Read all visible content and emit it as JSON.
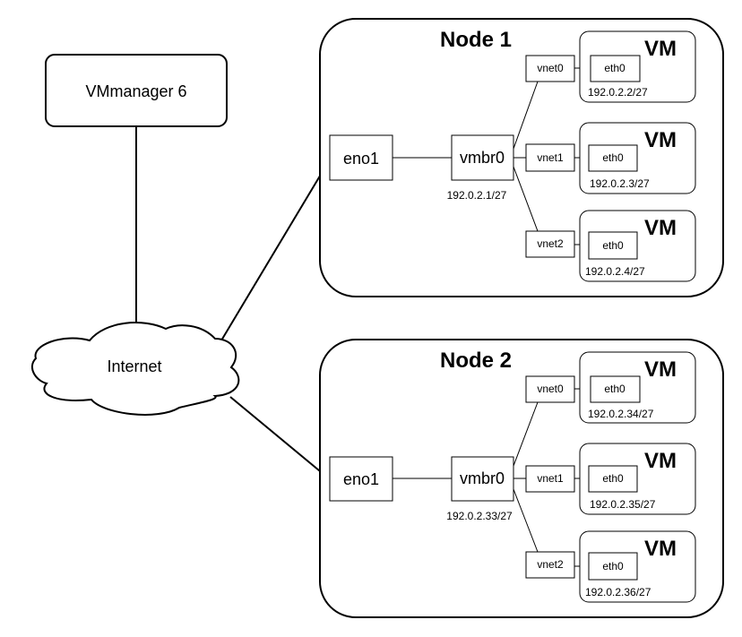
{
  "manager": {
    "label": "VMmanager 6"
  },
  "internet": {
    "label": "Internet"
  },
  "nodes": [
    {
      "title": "Node 1",
      "nic": "eno1",
      "bridge": "vmbr0",
      "bridge_ip": "192.0.2.1/27",
      "vms": [
        {
          "title": "VM",
          "vnet": "vnet0",
          "eth": "eth0",
          "ip": "192.0.2.2/27"
        },
        {
          "title": "VM",
          "vnet": "vnet1",
          "eth": "eth0",
          "ip": "192.0.2.3/27"
        },
        {
          "title": "VM",
          "vnet": "vnet2",
          "eth": "eth0",
          "ip": "192.0.2.4/27"
        }
      ]
    },
    {
      "title": "Node 2",
      "nic": "eno1",
      "bridge": "vmbr0",
      "bridge_ip": "192.0.2.33/27",
      "vms": [
        {
          "title": "VM",
          "vnet": "vnet0",
          "eth": "eth0",
          "ip": "192.0.2.34/27"
        },
        {
          "title": "VM",
          "vnet": "vnet1",
          "eth": "eth0",
          "ip": "192.0.2.35/27"
        },
        {
          "title": "VM",
          "vnet": "vnet2",
          "eth": "eth0",
          "ip": "192.0.2.36/27"
        }
      ]
    }
  ]
}
